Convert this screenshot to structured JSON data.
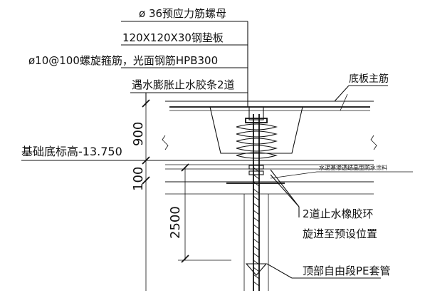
{
  "annotations": {
    "nut": "ø 36预应力筋螺母",
    "plate": "120X120X30钢垫板",
    "stirrup": "ø10@100螺旋箍筋，光面钢筋HPB300",
    "water_stop": "遇水膨胀止水胶条2道",
    "main_rebar": "底板主筋",
    "waterproof": "水泥基渗透结晶型防水涂料",
    "rubber_ring": "2道止水橡胶环",
    "rubber_ring_note": "旋进至预设位置",
    "pe_sleeve": "顶部自由段PE套管"
  },
  "elevation": {
    "label": "基础底标高-13.750"
  },
  "dimensions": {
    "slab_thickness": "900",
    "cushion": "100",
    "anchor_length": "2500"
  },
  "colors": {
    "ink": "#111111",
    "background": "#ffffff"
  }
}
